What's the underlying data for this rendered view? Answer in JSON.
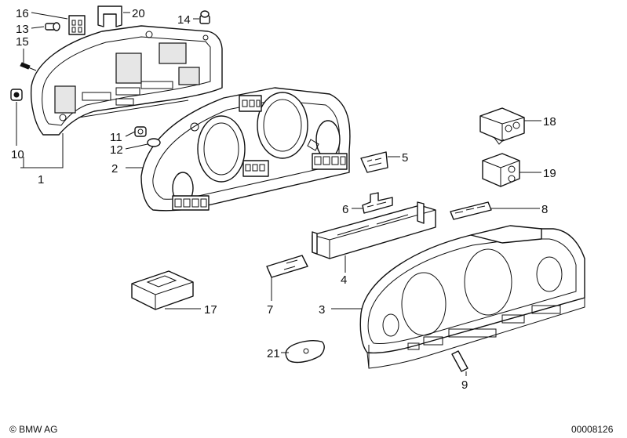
{
  "diagram": {
    "callouts": [
      {
        "id": "16",
        "label": "16"
      },
      {
        "id": "20",
        "label": "20"
      },
      {
        "id": "13",
        "label": "13"
      },
      {
        "id": "14",
        "label": "14"
      },
      {
        "id": "15",
        "label": "15"
      },
      {
        "id": "10",
        "label": "10"
      },
      {
        "id": "1",
        "label": "1"
      },
      {
        "id": "11",
        "label": "11"
      },
      {
        "id": "12",
        "label": "12"
      },
      {
        "id": "2",
        "label": "2"
      },
      {
        "id": "18",
        "label": "18"
      },
      {
        "id": "5",
        "label": "5"
      },
      {
        "id": "19",
        "label": "19"
      },
      {
        "id": "6",
        "label": "6"
      },
      {
        "id": "8",
        "label": "8"
      },
      {
        "id": "4",
        "label": "4"
      },
      {
        "id": "17",
        "label": "17"
      },
      {
        "id": "7",
        "label": "7"
      },
      {
        "id": "3",
        "label": "3"
      },
      {
        "id": "21",
        "label": "21"
      },
      {
        "id": "9",
        "label": "9"
      }
    ],
    "footer_left": "© BMW AG",
    "footer_right": "00008126"
  }
}
